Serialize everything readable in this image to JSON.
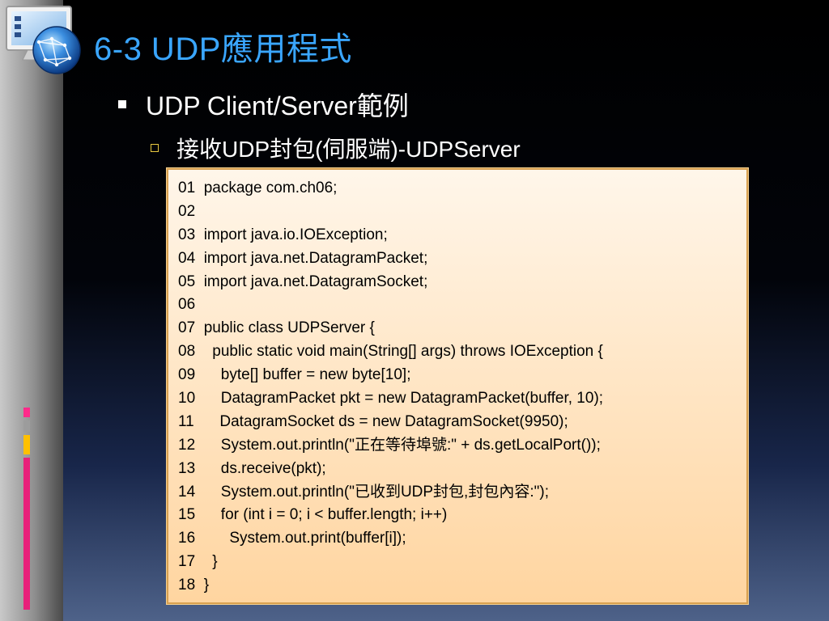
{
  "slide": {
    "title": "6-3 UDP應用程式",
    "bullet_level1": "UDP Client/Server範例",
    "bullet_level2": "接收UDP封包(伺服端)-UDPServer"
  },
  "code": {
    "lines": [
      "01  package com.ch06;",
      "02",
      "03  import java.io.IOException;",
      "04  import java.net.DatagramPacket;",
      "05  import java.net.DatagramSocket;",
      "06",
      "07  public class UDPServer {",
      "08    public static void main(String[] args) throws IOException {",
      "09      byte[] buffer = new byte[10];",
      "10      DatagramPacket pkt = new DatagramPacket(buffer, 10);",
      "11      DatagramSocket ds = new DatagramSocket(9950);",
      "12      System.out.println(\"正在等待埠號:\" + ds.getLocalPort());",
      "13      ds.receive(pkt);",
      "14      System.out.println(\"已收到UDP封包,封包內容:\");",
      "15      for (int i = 0; i < buffer.length; i++)",
      "16        System.out.print(buffer[i]);",
      "17    }",
      "18  }"
    ]
  },
  "colors": {
    "title": "#3aa6ff",
    "code_box_border": "#d8a050",
    "accent_pink": "#e8207a",
    "accent_yellow": "#ffc000"
  },
  "icons": {
    "logo": "computer-globe-icon",
    "bullet1": "square-bullet-icon",
    "bullet2": "hollow-square-bullet-icon"
  }
}
